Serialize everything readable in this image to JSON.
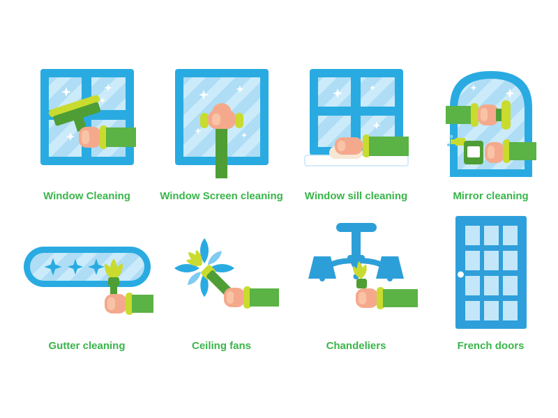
{
  "page": {
    "background": "#FFFFFF"
  },
  "palette": {
    "label_green": "#39B54A",
    "frame_blue": "#29ABE2",
    "glass_blue": "#AEDDF5",
    "stripe_blue": "#CBEBFB",
    "accent_blue": "#7FCBF1",
    "deep_blue": "#2D9FD8",
    "sleeve_green": "#5BB245",
    "handle_green": "#4E9E35",
    "lime": "#C9DB2E",
    "skin": "#F5A98C",
    "skin_light": "#F9C3A6",
    "white": "#FFFFFF"
  },
  "items": [
    {
      "icon": "window-cleaning-icon",
      "label": "Window Cleaning"
    },
    {
      "icon": "window-screen-cleaning-icon",
      "label": "Window Screen cleaning"
    },
    {
      "icon": "window-sill-cleaning-icon",
      "label": "Window sill cleaning"
    },
    {
      "icon": "mirror-cleaning-icon",
      "label": "Mirror cleaning"
    },
    {
      "icon": "gutter-cleaning-icon",
      "label": "Gutter cleaning"
    },
    {
      "icon": "ceiling-fans-icon",
      "label": "Ceiling fans"
    },
    {
      "icon": "chandeliers-icon",
      "label": "Chandeliers"
    },
    {
      "icon": "french-doors-icon",
      "label": "French doors"
    }
  ]
}
